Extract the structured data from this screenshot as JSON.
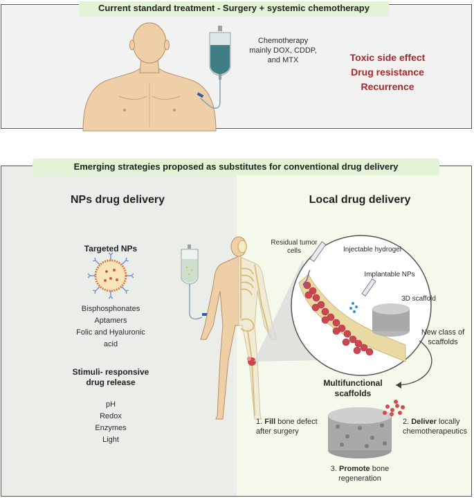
{
  "top_banner": "Current standard  treatment  - Surgery + systemic chemotherapy",
  "chemo": {
    "line1": "Chemotherapy",
    "line2": "mainly DOX, CDDP,",
    "line3": "and MTX"
  },
  "effects": [
    "Toxic side effect",
    "Drug resistance",
    "Recurrence"
  ],
  "bottom_banner": "Emerging strategies proposed as substitutes for conventional drug delivery",
  "left": {
    "heading": "NPs drug delivery",
    "targeted_title": "Targeted NPs",
    "targeted_items": [
      "Bisphosphonates",
      "Aptamers",
      "Folic and Hyaluronic",
      "acid"
    ],
    "stimuli_title_1": "Stimuli- responsive",
    "stimuli_title_2": "drug release",
    "stimuli_items": [
      "pH",
      "Redox",
      "Enzymes",
      "Light"
    ]
  },
  "right": {
    "heading": "Local drug delivery",
    "residual_1": "Residual tumor",
    "residual_2": "cells",
    "injectable": "Injectable hydrogel",
    "implantable": "Implantable NPs",
    "scaffold3d": "3D scaffold",
    "new_class_1": "New class of",
    "new_class_2": "scaffolds",
    "multi_1": "Multifunctional",
    "multi_2": "scaffolds",
    "fill_num": "1. ",
    "fill_bold": "Fill",
    "fill_rest": " bone defect",
    "fill_line2": "after surgery",
    "deliver_num": "2. ",
    "deliver_bold": "Deliver",
    "deliver_rest": " locally",
    "deliver_line2": "chemotherapeutics",
    "promote_num": "3. ",
    "promote_bold": "Promote",
    "promote_rest": " bone",
    "promote_line2": "regeneration"
  },
  "colors": {
    "banner_bg": "#e3f3d5",
    "alert_red": "#a5282a",
    "skin": "#efcfa8",
    "iv_bag": "#3f7d84",
    "tumor_red": "#cc4652",
    "bone": "#e9d9a2"
  },
  "icons": [
    "human-figure-icon",
    "iv-bag-icon",
    "nanoparticle-icon",
    "skeleton-icon",
    "syringe-icon",
    "scaffold-icon"
  ]
}
